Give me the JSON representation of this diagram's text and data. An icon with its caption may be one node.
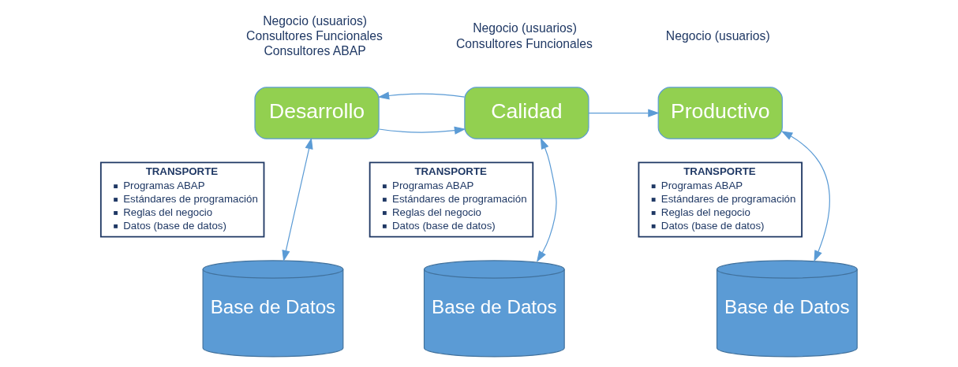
{
  "diagram": {
    "nodes": [
      {
        "text": [
          "Desarrollo"
        ],
        "beside": [
          "Negocio (usuarios)",
          "Consultores Funcionales",
          "Consultores ABAP"
        ]
      },
      {
        "text": [
          "Calidad"
        ],
        "beside": [
          "Negocio (usuarios)",
          "Consultores Funcionales"
        ]
      },
      {
        "text": [
          "Productivo"
        ],
        "beside": [
          "Negocio (usuarios)"
        ]
      },
      {
        "text": [
          "TRANSPORTE",
          "Programas ABAP",
          "Estándares de programación",
          "Reglas del negocio",
          "Datos (base de datos)"
        ]
      },
      {
        "text": [
          "TRANSPORTE",
          "Programas ABAP",
          "Estándares de programación",
          "Reglas del negocio",
          "Datos (base de datos)"
        ]
      },
      {
        "text": [
          "TRANSPORTE",
          "Programas ABAP",
          "Estándares de programación",
          "Reglas del negocio",
          "Datos (base de datos)"
        ]
      },
      {
        "text": [
          "Base de Datos"
        ]
      },
      {
        "text": [
          "Base de Datos"
        ]
      },
      {
        "text": [
          "Base de Datos"
        ]
      }
    ],
    "edges": [
      {
        "from": 0,
        "to": 1,
        "arrow": "to"
      },
      {
        "from": 1,
        "to": 2,
        "arrow": "to"
      },
      {
        "from": 1,
        "to": 0,
        "arrow": "to"
      },
      {
        "from": 0,
        "to": 6,
        "arrow": "both"
      },
      {
        "from": 1,
        "to": 7,
        "arrow": "both"
      },
      {
        "from": 2,
        "to": 8,
        "arrow": "both"
      }
    ]
  }
}
